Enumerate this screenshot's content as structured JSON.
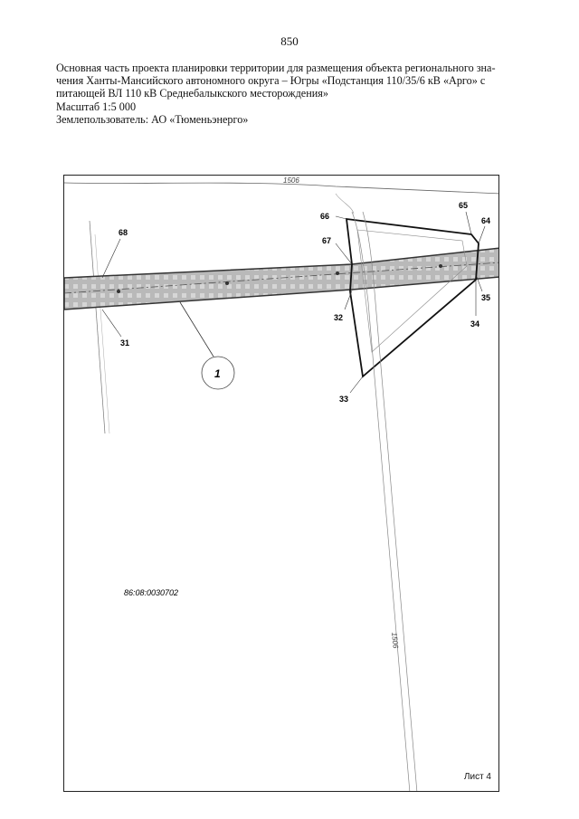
{
  "page_number": "850",
  "header": {
    "lines": [
      "Основная часть проекта планировки территории для размещения объекта регионального зна-",
      "чения Ханты-Мансийского автономного округа – Югры «Подстанция 110/35/6 кВ «Арго» с",
      "питающей ВЛ 110 кВ Среднебалыкского месторождения»",
      "Масштаб 1:5 000",
      "Землепользователь: АО «Тюменьэнерго»"
    ]
  },
  "map": {
    "sheet_label": "Лист 4",
    "cadastral_number": "86:08:0030702",
    "road_labels": [
      "1506",
      "1506"
    ],
    "zone_label": "1",
    "points": [
      "68",
      "31",
      "66",
      "67",
      "32",
      "33",
      "65",
      "64",
      "35",
      "34"
    ]
  }
}
